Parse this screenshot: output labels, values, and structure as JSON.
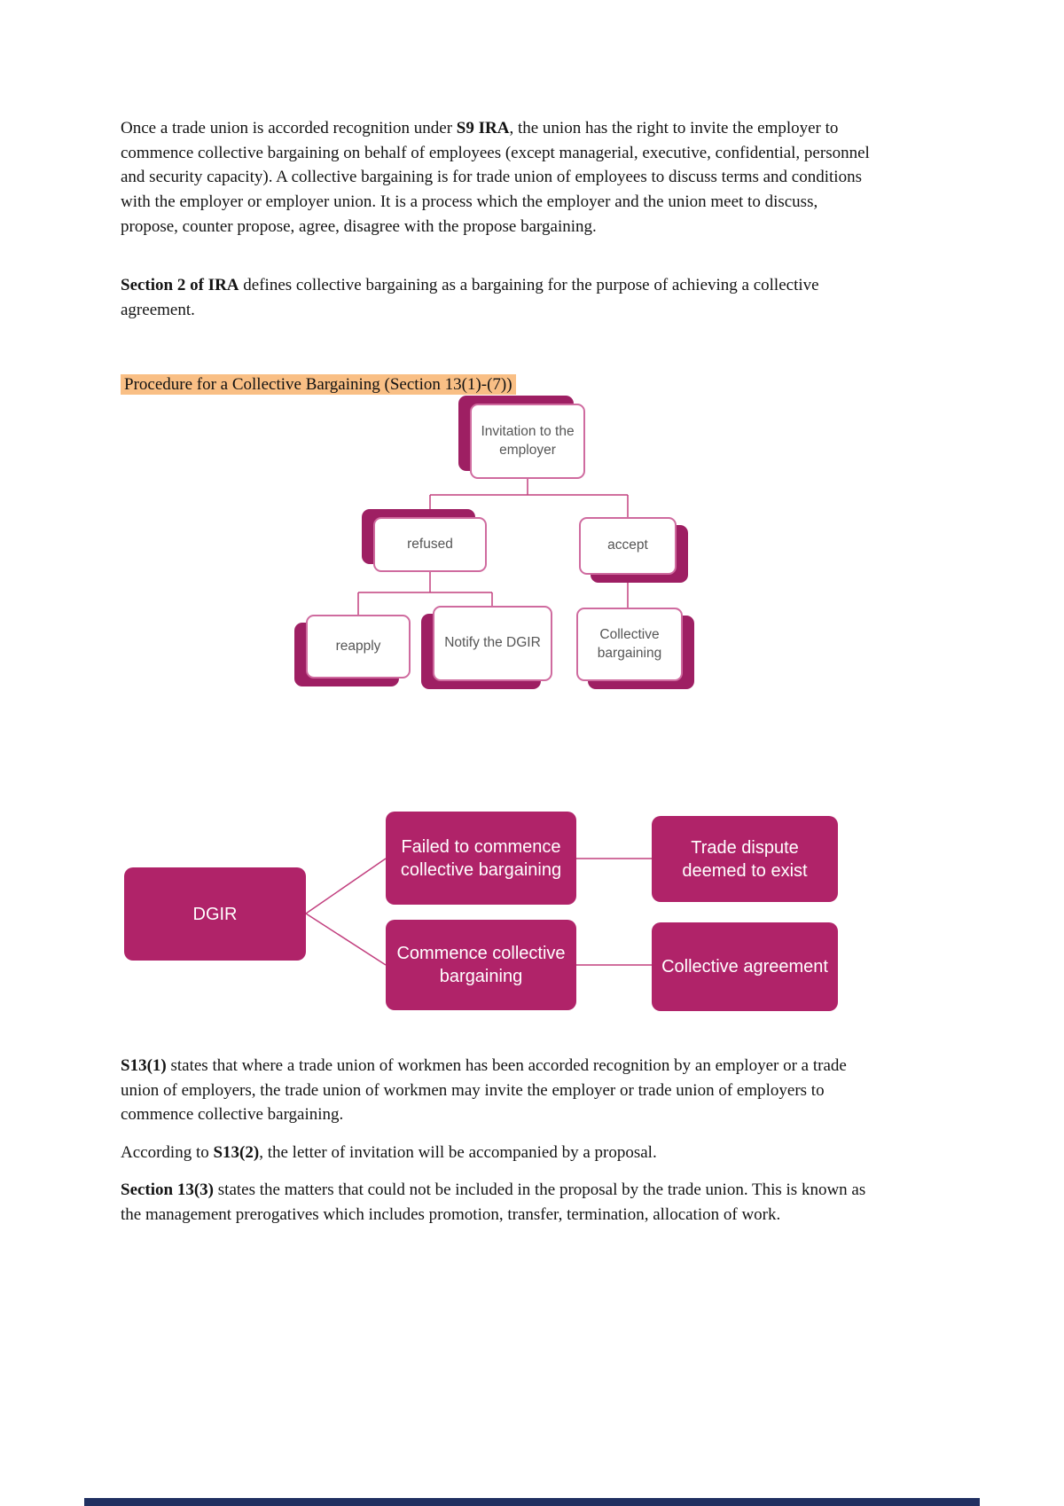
{
  "doc": {
    "p1": {
      "s1": "Once a trade union is accorded recognition under ",
      "s2": "S9 IRA",
      "s3": ", the union has the right to invite the employer to commence collective bargaining on behalf of employees (except managerial, executive, confidential, personnel and security capacity). A collective bargaining is for trade union of employees to discuss terms and conditions with the employer or employer union. It is a process which the employer and the union meet to discuss, propose, counter propose, agree, disagree with the propose bargaining."
    },
    "p2": {
      "s1": "Section 2 of IRA",
      "s2": " defines collective bargaining as a bargaining for the purpose of achieving a collective agreement."
    },
    "heading": "Procedure for a Collective Bargaining (Section 13(1)-(7))",
    "p3": {
      "s1": "S13(1)",
      "s2": " states that where a trade union of workmen has been accorded recognition by an employer or a trade union of employers, the trade union of workmen may invite the employer or trade union of employers to commence collective bargaining."
    },
    "p4": {
      "s1": "According to ",
      "s2": "S13(2)",
      "s3": ", the letter of invitation will be accompanied by a proposal."
    },
    "p5": {
      "s1": "Section 13(3)",
      "s2": " states the matters that could not be included in the proposal by the trade union. This is known as the management prerogatives which includes promotion, transfer, termination, allocation of work."
    }
  },
  "diagram1": {
    "nodes": {
      "invitation": "Invitation to the employer",
      "refused": "refused",
      "accept": "accept",
      "reapply": "reapply",
      "notify": "Notify the DGIR",
      "collective": "Collective bargaining"
    }
  },
  "diagram2": {
    "nodes": {
      "dgir": "DGIR",
      "failed": "Failed to commence collective bargaining",
      "commence": "Commence collective bargaining",
      "dispute": "Trade dispute deemed to exist",
      "agreement": "Collective agreement"
    }
  },
  "colors": {
    "accent_fill": "#b02369",
    "shadow_fill": "#9e1f63",
    "box_border": "#cf6b9f",
    "connector": "#c2407f",
    "heading_highlight": "#f9bf85",
    "footer_bar": "#203061"
  }
}
